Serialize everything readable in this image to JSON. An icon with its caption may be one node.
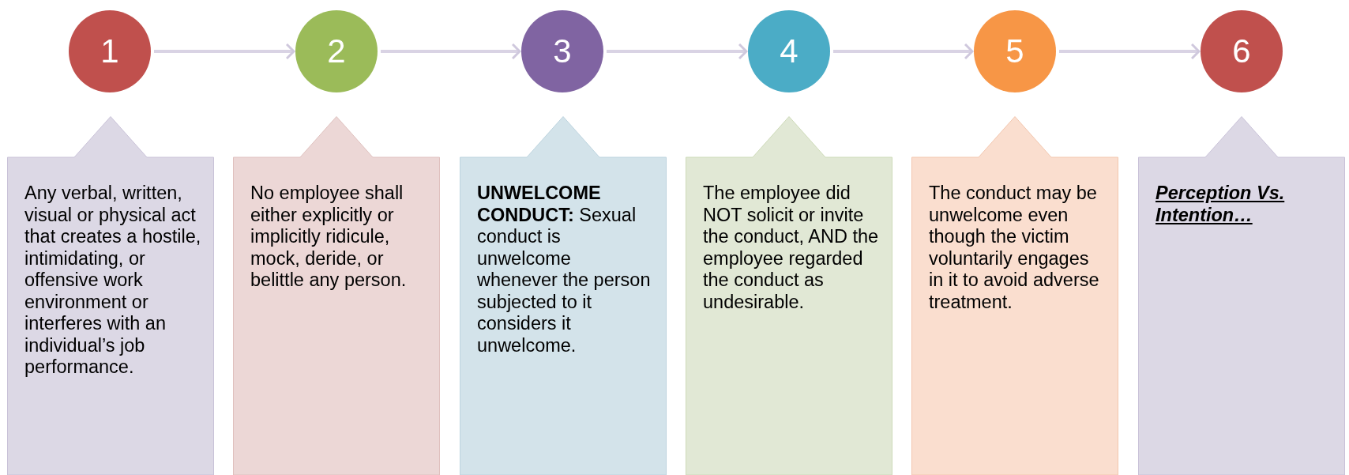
{
  "diagram": {
    "nodes": [
      {
        "text": [
          "1"
        ]
      },
      {
        "text": [
          "2"
        ]
      },
      {
        "text": [
          "3"
        ]
      },
      {
        "text": [
          "4"
        ]
      },
      {
        "text": [
          "5"
        ]
      },
      {
        "text": [
          "6"
        ]
      },
      {
        "text": [
          "Any verbal, written, visual or physical act that creates a hostile, intimidating, or offensive work environment or interferes with an individual’s job performance."
        ]
      },
      {
        "text": [
          "No employee shall either explicitly or implicitly ridicule, mock, deride, or belittle any person."
        ]
      },
      {
        "text": [
          "**UNWELCOME CONDUCT:** Sexual conduct is unwelcome whenever the person subjected to it considers it unwelcome."
        ]
      },
      {
        "text": [
          "The employee did NOT solicit or invite the conduct, AND the employee regarded the conduct as undesirable."
        ]
      },
      {
        "text": [
          "The conduct may be unwelcome even though the victim voluntarily engages in it to avoid adverse treatment."
        ]
      },
      {
        "text": [
          "Perception Vs. Intention…"
        ]
      }
    ],
    "edges": [
      {
        "from": 0,
        "to": 1,
        "arrow": "to"
      },
      {
        "from": 1,
        "to": 2,
        "arrow": "to"
      },
      {
        "from": 2,
        "to": 3,
        "arrow": "to"
      },
      {
        "from": 3,
        "to": 4,
        "arrow": "to"
      },
      {
        "from": 4,
        "to": 5,
        "arrow": "to"
      }
    ]
  }
}
